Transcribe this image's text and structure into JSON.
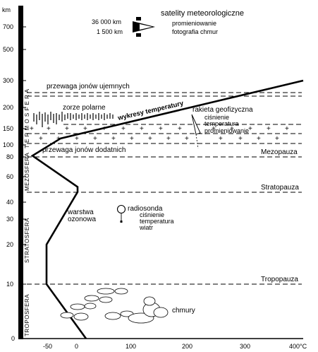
{
  "axis": {
    "unit_km": "km",
    "ticks_y": [
      "700",
      "500",
      "300",
      "200",
      "150",
      "100",
      "80",
      "60",
      "40",
      "30",
      "20",
      "10",
      "0"
    ],
    "ticks_x": [
      "-50",
      "0",
      "100",
      "200",
      "300",
      "400°C"
    ]
  },
  "layers": {
    "termosfera": "T E R M O S F E R A",
    "mezosfera": "MEZOSFERA",
    "stratosfera": "STRATOSFERA",
    "troposfera": "TROPOSFERA"
  },
  "boundaries": {
    "mezopauza": "Mezopauza",
    "stratopauza": "Stratopauza",
    "tropopauza": "Tropopauza"
  },
  "satellites": {
    "title": "satelity meteorologiczne",
    "alt_high": "36 000 km",
    "alt_low": "1 500 km",
    "line1": "promieniowanie",
    "line2": "fotografia chmur"
  },
  "ions_negative": "przewaga jonów ujemnych",
  "ions_positive": "przewaga jonów dodatnich",
  "aurora": "zorze polarne",
  "temperature_plot": "wykresy temperatury",
  "rocket": {
    "title": "rakieta geofizyczna",
    "line1": "ciśnienie",
    "line2": "temperatura",
    "line3": "promieniowanie"
  },
  "ozone": {
    "line1": "warstwa",
    "line2": "ozonowa"
  },
  "radiosonde": {
    "title": "radiosonda",
    "line1": "ciśnienie",
    "line2": "temperatura",
    "line3": "wiatr"
  },
  "clouds": "chmury",
  "temperature_profile": {
    "x_unit": "°C",
    "y_unit": "km",
    "points": [
      [
        15,
        0
      ],
      [
        -55,
        10
      ],
      [
        -55,
        20
      ],
      [
        0,
        48
      ],
      [
        0,
        52
      ],
      [
        -80,
        82
      ],
      [
        -30,
        120
      ],
      [
        400,
        300
      ]
    ]
  }
}
